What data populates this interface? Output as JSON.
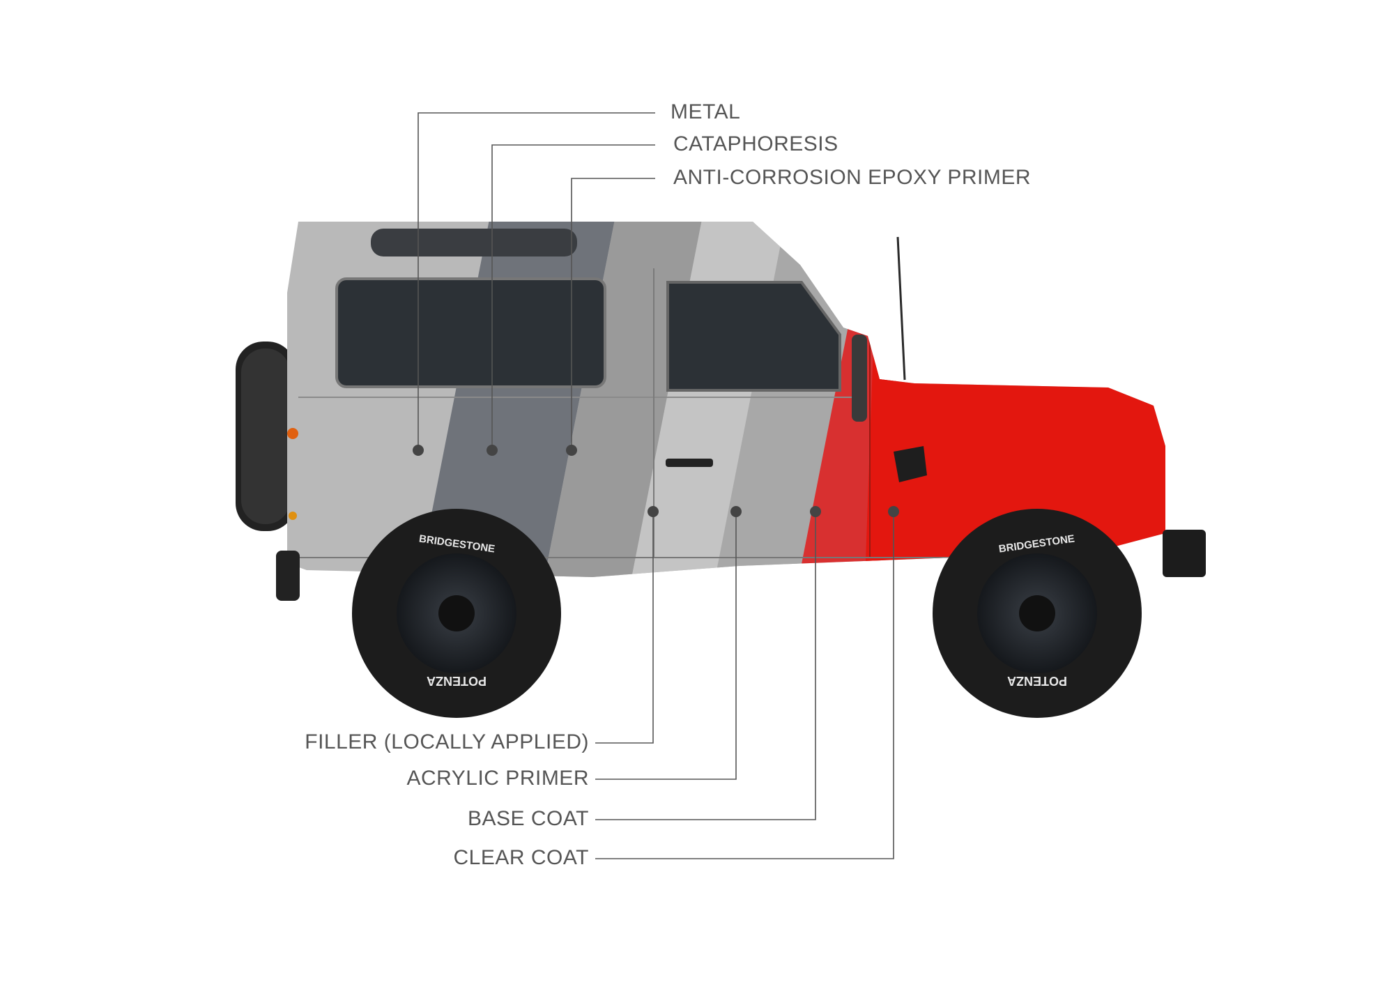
{
  "colors": {
    "background": "#ffffff",
    "label_text": "#555555",
    "leader_line": "#555555",
    "marker_dot": "#444444",
    "bare_metal": "#b9b9b9",
    "cataphoresis": "#6f737a",
    "epoxy_primer": "#9a9a9a",
    "filler": "#c4c4c4",
    "acrylic_primer": "#a8a8a8",
    "base_coat": "#d83030",
    "clear_coat": "#e3170f",
    "tire": "#1c1c1c",
    "window_glass": "#2c3136"
  },
  "layers_top": [
    {
      "id": "metal",
      "label": "METAL"
    },
    {
      "id": "cataphoresis",
      "label": "CATAPHORESIS"
    },
    {
      "id": "epoxy",
      "label": "ANTI-CORROSION EPOXY PRIMER"
    }
  ],
  "layers_bottom": [
    {
      "id": "filler",
      "label": "FILLER (LOCALLY APPLIED)"
    },
    {
      "id": "acrylic",
      "label": "ACRYLIC PRIMER"
    },
    {
      "id": "base",
      "label": "BASE COAT"
    },
    {
      "id": "clear",
      "label": "CLEAR COAT"
    }
  ],
  "vehicle": {
    "tire_brand": "BRIDGESTONE",
    "tire_model": "POTENZA"
  }
}
